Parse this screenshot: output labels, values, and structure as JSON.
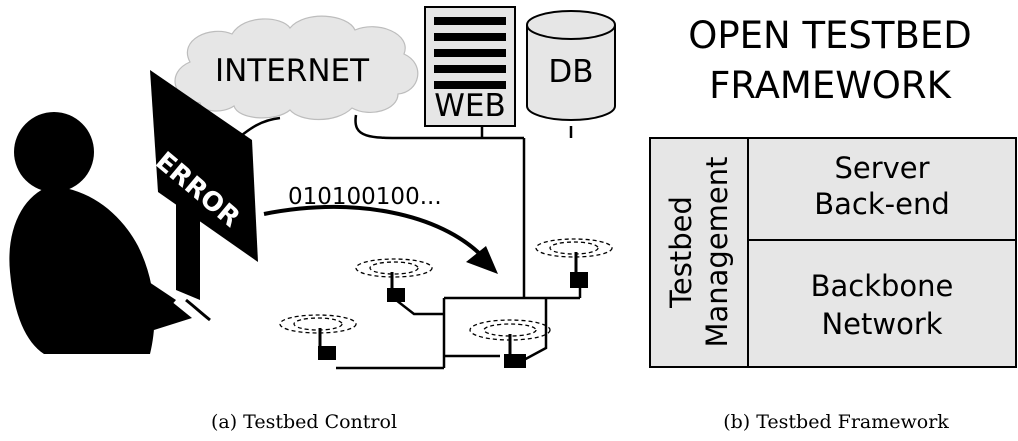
{
  "panel_a": {
    "cloud_label": "INTERNET",
    "web_label": "WEB",
    "db_label": "DB",
    "screen_label": "ERROR",
    "binary_label": "010100100...",
    "caption": "(a) Testbed Control"
  },
  "panel_b": {
    "title_line1": "OPEN TESTBED",
    "title_line2": "FRAMEWORK",
    "side_line1": "Testbed",
    "side_line2": "Management",
    "top_line1": "Server",
    "top_line2": "Back-end",
    "bottom_line1": "Backbone",
    "bottom_line2": "Network",
    "caption": "(b) Testbed Framework"
  },
  "colors": {
    "ink": "#000000",
    "fill_gray": "#e6e6e6",
    "paper": "#ffffff"
  }
}
